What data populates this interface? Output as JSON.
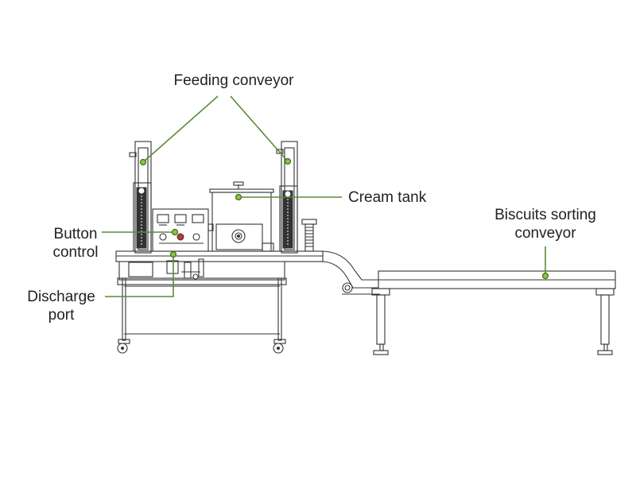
{
  "labels": {
    "feeding_conveyor": "Feeding conveyor",
    "cream_tank": "Cream tank",
    "button_control": [
      "Button",
      "control"
    ],
    "discharge_port": [
      "Discharge",
      "port"
    ],
    "biscuits_sorting_conveyor": [
      "Biscuits sorting",
      "conveyor"
    ]
  },
  "colors": {
    "leader": "#5a8a3a",
    "marker_fill": "#8cc63f",
    "drawing_line": "#333333"
  }
}
